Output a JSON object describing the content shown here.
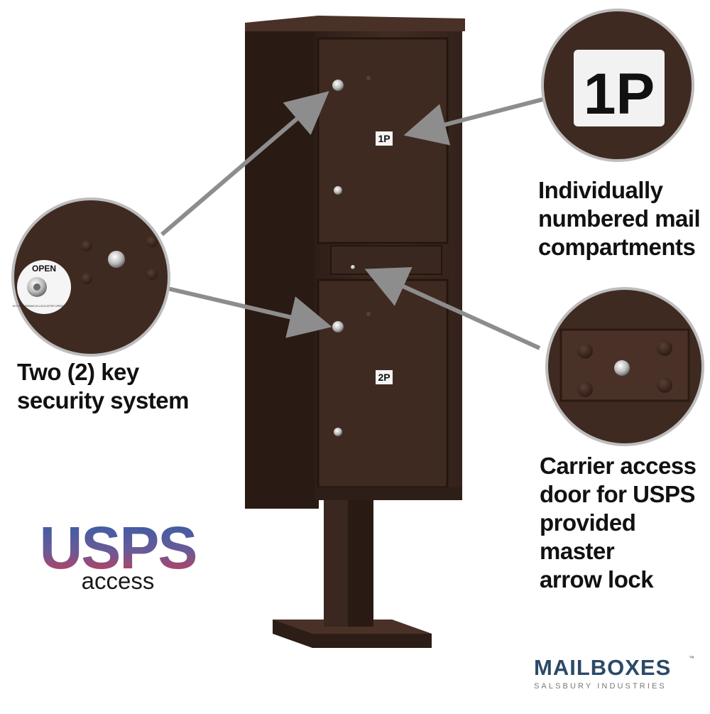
{
  "labels": {
    "door_upper": "1P",
    "door_lower": "2P",
    "zoom_number": "1P",
    "lock_plate": "OPEN",
    "lock_plate_small": "KEY WILL REMAIN IN LOCK AFTER OPENING DOOR"
  },
  "callouts": {
    "numbered": [
      "Individually",
      "numbered mail",
      "compartments"
    ],
    "key_security": [
      "Two (2) key",
      "security system"
    ],
    "carrier_access": [
      "Carrier access",
      "door for USPS",
      "provided master",
      "arrow lock"
    ]
  },
  "usps_logo": {
    "word": "USPS",
    "sub": "access"
  },
  "brand": {
    "name": "MAILBOXES",
    "tm": "™",
    "sub": "SALSBURY INDUSTRIES"
  },
  "colors": {
    "bronze": "#3b2720",
    "bronze_dark": "#2a1b16",
    "bronze_light": "#4d3429",
    "arrow": "#8d8d8d",
    "brand_blue": "#2b4a66"
  }
}
